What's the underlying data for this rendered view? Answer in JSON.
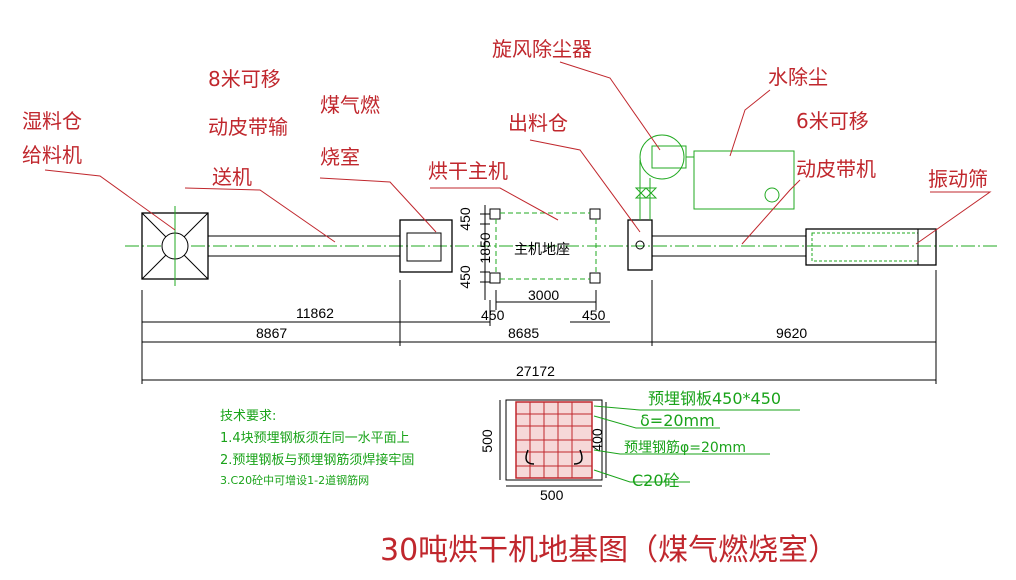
{
  "title": "30吨烘干机地基图（煤气燃烧室）",
  "labels": {
    "wet_bin_1": "湿料仓",
    "wet_bin_2": "给料机",
    "conveyor8_1": "8米可移",
    "conveyor8_2": "动皮带输",
    "conveyor8_3": "送机",
    "combustion_1": "煤气燃",
    "combustion_2": "烧室",
    "dryer_main": "烘干主机",
    "outlet_bin": "出料仓",
    "cyclone": "旋风除尘器",
    "water_dust": "水除尘",
    "conveyor6_1": "6米可移",
    "conveyor6_2": "动皮带机",
    "screen": "振动筛",
    "main_base": "主机地座"
  },
  "dimensions": {
    "d450_top": "450",
    "d1850": "1850",
    "d450_bottom": "450",
    "d3000": "3000",
    "d450_left": "450",
    "d450_right": "450",
    "d11862": "11862",
    "d8867": "8867",
    "d8685": "8685",
    "d9620": "9620",
    "d27172": "27172"
  },
  "notes": {
    "heading": "技术要求:",
    "item1": "1.4块预埋钢板须在同一水平面上",
    "item2": "2.预埋钢板与预埋钢筋须焊接牢固",
    "item3": "3.C20砼中可增设1-2道钢筋网"
  },
  "plate_detail": {
    "plate_label": "预埋钢板450*450",
    "thickness": "δ=20mm",
    "rebar": "预埋钢筋φ=20mm",
    "concrete": "C20砼",
    "width": "500",
    "height": "500",
    "inner": "400"
  },
  "colors": {
    "red": "#c0272d",
    "green": "#1aa31a",
    "black": "#000000",
    "center_line": "#22aa22"
  }
}
